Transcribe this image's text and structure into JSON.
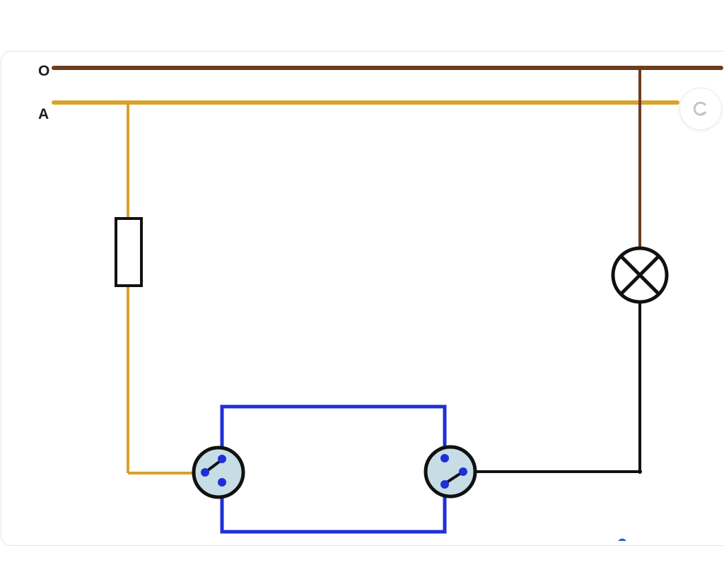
{
  "diagram": {
    "line_labels": {
      "neutral": "O",
      "phase": "A"
    },
    "colors": {
      "neutral_wire": "#6b3d1e",
      "phase_wire": "#d9a22b",
      "traveller_wire": "#1f2fd8",
      "return_wire": "#111111",
      "switch_fill": "#c7dde6",
      "terminal": "#1f2fd8"
    },
    "components": [
      "fuse",
      "lamp",
      "two-way-switch",
      "two-way-switch"
    ]
  },
  "controls": {
    "reload_icon": "reload-icon"
  }
}
